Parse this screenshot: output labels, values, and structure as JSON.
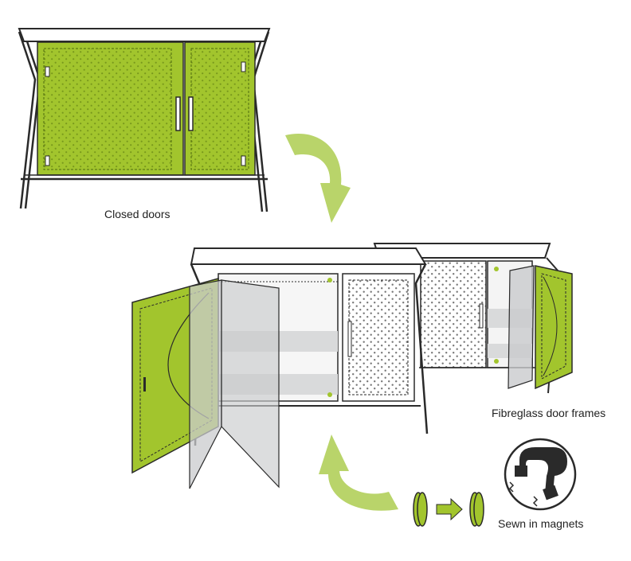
{
  "labels": {
    "closed_doors": "Closed doors",
    "fibreglass_door_frames": "Fibreglass door frames",
    "sewn_in_magnets": "Sewn in magnets"
  },
  "colors": {
    "door_green": "#a2c52d",
    "arrow_green": "#b9d46a",
    "outline": "#2a2a2a",
    "transparent_door_gray": "#c9cbcd",
    "shelf_gray": "#d9dadb",
    "pattern_gray": "#7a7a7a"
  },
  "icons": [
    "curved-arrow-icon",
    "magnet-icon",
    "disc-magnet-icon"
  ]
}
